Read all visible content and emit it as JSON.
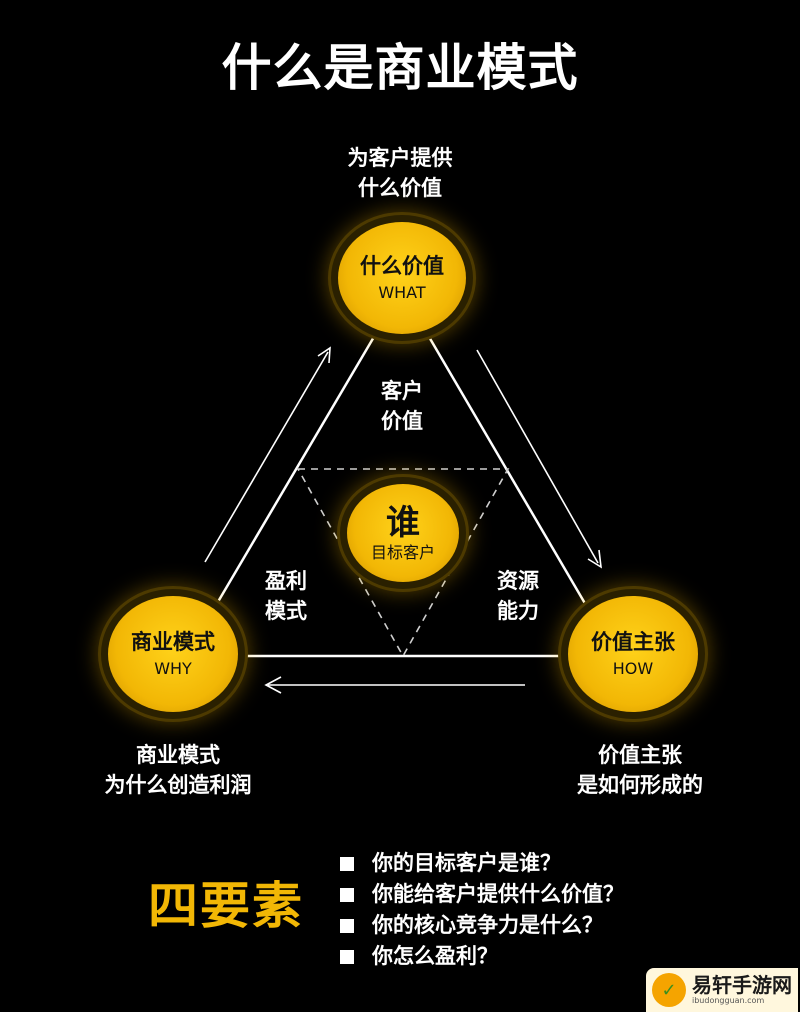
{
  "title": "什么是商业模式",
  "top_caption": [
    "为客户提供",
    "什么价值"
  ],
  "nodes": {
    "top": {
      "zh": "什么价值",
      "en": "WHAT"
    },
    "left": {
      "zh": "商业模式",
      "en": "WHY"
    },
    "right": {
      "zh": "价值主张",
      "en": "HOW"
    },
    "center": {
      "zh": "谁",
      "en": "目标客户"
    }
  },
  "inner_labels": {
    "top": [
      "客户",
      "价值"
    ],
    "left": [
      "盈利",
      "模式"
    ],
    "right": [
      "资源",
      "能力"
    ]
  },
  "left_caption": [
    "商业模式",
    "为什么创造利润"
  ],
  "right_caption": [
    "价值主张",
    "是如何形成的"
  ],
  "four_elements": {
    "heading": "四要素",
    "questions": [
      "你的目标客户是谁？",
      "你能给客户提供什么价值？",
      "你的核心竞争力是什么？",
      "你怎么盈利？"
    ]
  },
  "watermark": {
    "name": "易轩手游网",
    "url": "ibudongguan.com"
  },
  "colors": {
    "accent": "#f2b705",
    "background": "#000000",
    "line": "#ffffff"
  }
}
